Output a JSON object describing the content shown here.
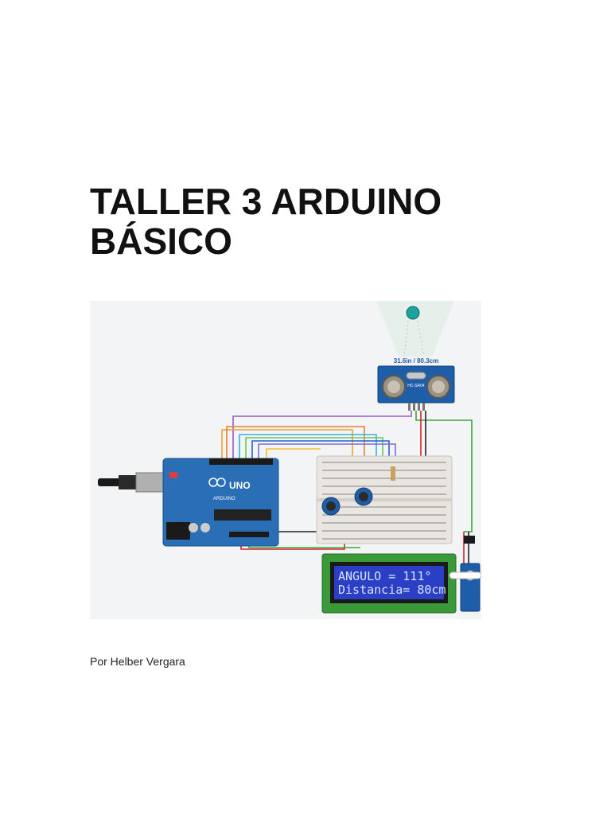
{
  "document": {
    "title_line1": "TALLER 3 ARDUINO",
    "title_line2": "BÁSICO",
    "author": "Por Helber Vergara"
  },
  "figure": {
    "sensor_reading": "31.6in / 80.3cm",
    "sensor_model": "HC-SR04",
    "board_label": "UNO",
    "board_brand": "ARDUINO",
    "lcd_line1": "ANGULO = 111°",
    "lcd_line2": "Distancia= 80cm"
  },
  "colors": {
    "board": "#2a6fb5",
    "lcd_bg": "#2b3fc4",
    "pcb": "#3a9a3a",
    "breadboard": "#e9e6e1"
  }
}
